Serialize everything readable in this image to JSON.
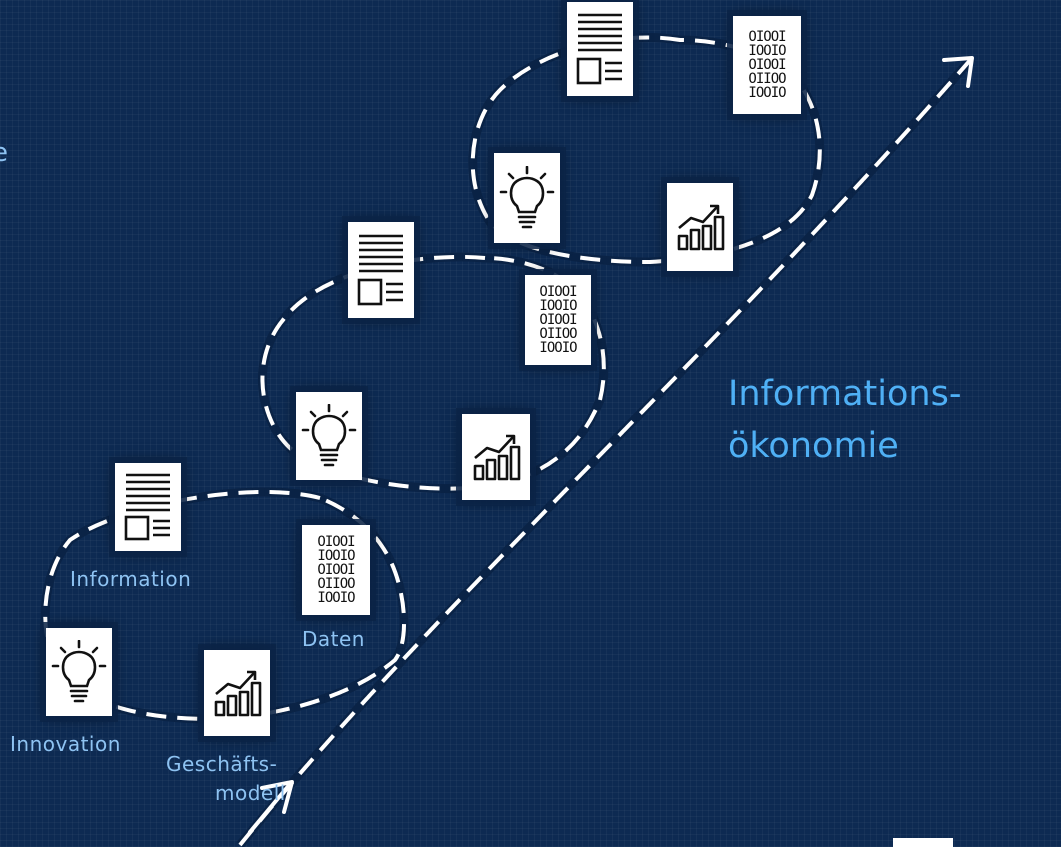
{
  "labels": {
    "information": "Information",
    "daten": "Daten",
    "innovation": "Innovation",
    "geschaeftsmodell_line1": "Geschäfts-",
    "geschaeftsmodell_line2": "modell",
    "informationsoekonomie_line1": "Informations-",
    "informationsoekonomie_line2": "ökonomie",
    "edge_fragment": "e"
  },
  "binary_card_text": "OIOOI\nIOOIO\nOIOOI\nOIIOO\nIOOIO",
  "icons": [
    "document-icon",
    "binary-data-icon",
    "lightbulb-icon",
    "growth-chart-icon"
  ],
  "colors": {
    "background": "#0d2a52",
    "path": "#ffffff",
    "label_small": "#8ec3f2",
    "label_large": "#4fb0f5"
  }
}
